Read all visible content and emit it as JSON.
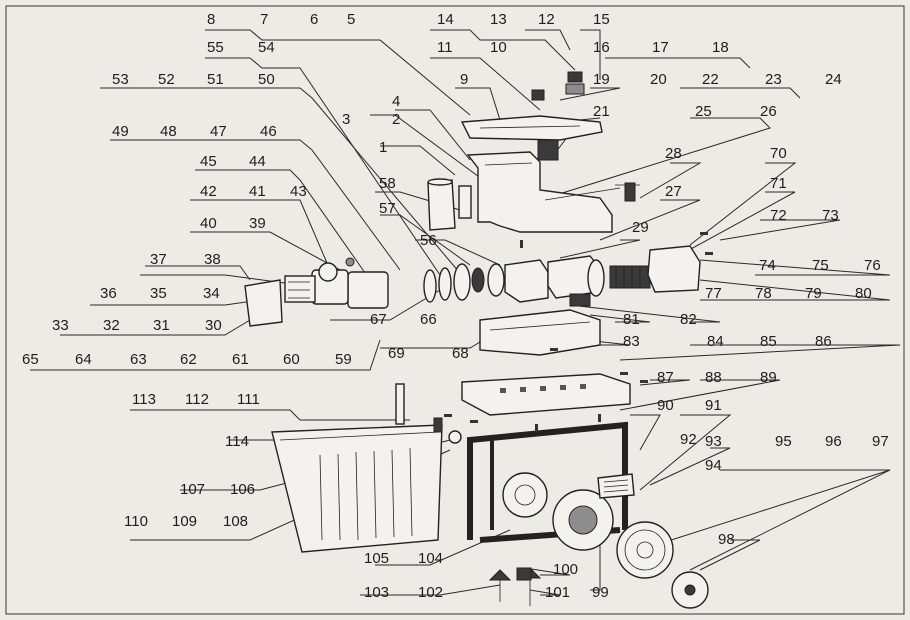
{
  "labels": [
    {
      "text": "8"
    },
    {
      "text": "7"
    },
    {
      "text": "6"
    },
    {
      "text": "5"
    },
    {
      "text": "14"
    },
    {
      "text": "13"
    },
    {
      "text": "12"
    },
    {
      "text": "15"
    },
    {
      "text": "55"
    },
    {
      "text": "54"
    },
    {
      "text": "11"
    },
    {
      "text": "10"
    },
    {
      "text": "16"
    },
    {
      "text": "17"
    },
    {
      "text": "18"
    },
    {
      "text": "53"
    },
    {
      "text": "52"
    },
    {
      "text": "51"
    },
    {
      "text": "50"
    },
    {
      "text": "9"
    },
    {
      "text": "19"
    },
    {
      "text": "20"
    },
    {
      "text": "22"
    },
    {
      "text": "23"
    },
    {
      "text": "24"
    },
    {
      "text": "4"
    },
    {
      "text": "2"
    },
    {
      "text": "3"
    },
    {
      "text": "21"
    },
    {
      "text": "25"
    },
    {
      "text": "26"
    },
    {
      "text": "49"
    },
    {
      "text": "48"
    },
    {
      "text": "47"
    },
    {
      "text": "46"
    },
    {
      "text": "1"
    },
    {
      "text": "28"
    },
    {
      "text": "70"
    },
    {
      "text": "45"
    },
    {
      "text": "44"
    },
    {
      "text": "58"
    },
    {
      "text": "71"
    },
    {
      "text": "42"
    },
    {
      "text": "41"
    },
    {
      "text": "43"
    },
    {
      "text": "57"
    },
    {
      "text": "27"
    },
    {
      "text": "72"
    },
    {
      "text": "73"
    },
    {
      "text": "40"
    },
    {
      "text": "39"
    },
    {
      "text": "56"
    },
    {
      "text": "29"
    },
    {
      "text": "37"
    },
    {
      "text": "38"
    },
    {
      "text": "74"
    },
    {
      "text": "75"
    },
    {
      "text": "76"
    },
    {
      "text": "36"
    },
    {
      "text": "35"
    },
    {
      "text": "34"
    },
    {
      "text": "77"
    },
    {
      "text": "78"
    },
    {
      "text": "79"
    },
    {
      "text": "80"
    },
    {
      "text": "33"
    },
    {
      "text": "32"
    },
    {
      "text": "31"
    },
    {
      "text": "30"
    },
    {
      "text": "67"
    },
    {
      "text": "66"
    },
    {
      "text": "81"
    },
    {
      "text": "82"
    },
    {
      "text": "83"
    },
    {
      "text": "84"
    },
    {
      "text": "85"
    },
    {
      "text": "86"
    },
    {
      "text": "65"
    },
    {
      "text": "64"
    },
    {
      "text": "63"
    },
    {
      "text": "62"
    },
    {
      "text": "61"
    },
    {
      "text": "60"
    },
    {
      "text": "59"
    },
    {
      "text": "69"
    },
    {
      "text": "68"
    },
    {
      "text": "87"
    },
    {
      "text": "88"
    },
    {
      "text": "89"
    },
    {
      "text": "113"
    },
    {
      "text": "112"
    },
    {
      "text": "111"
    },
    {
      "text": "90"
    },
    {
      "text": "91"
    },
    {
      "text": "92"
    },
    {
      "text": "114"
    },
    {
      "text": "93"
    },
    {
      "text": "95"
    },
    {
      "text": "96"
    },
    {
      "text": "97"
    },
    {
      "text": "107"
    },
    {
      "text": "106"
    },
    {
      "text": "94"
    },
    {
      "text": "110"
    },
    {
      "text": "109"
    },
    {
      "text": "108"
    },
    {
      "text": "98"
    },
    {
      "text": "105"
    },
    {
      "text": "104"
    },
    {
      "text": "100"
    },
    {
      "text": "103"
    },
    {
      "text": "102"
    },
    {
      "text": "101"
    },
    {
      "text": "99"
    }
  ]
}
